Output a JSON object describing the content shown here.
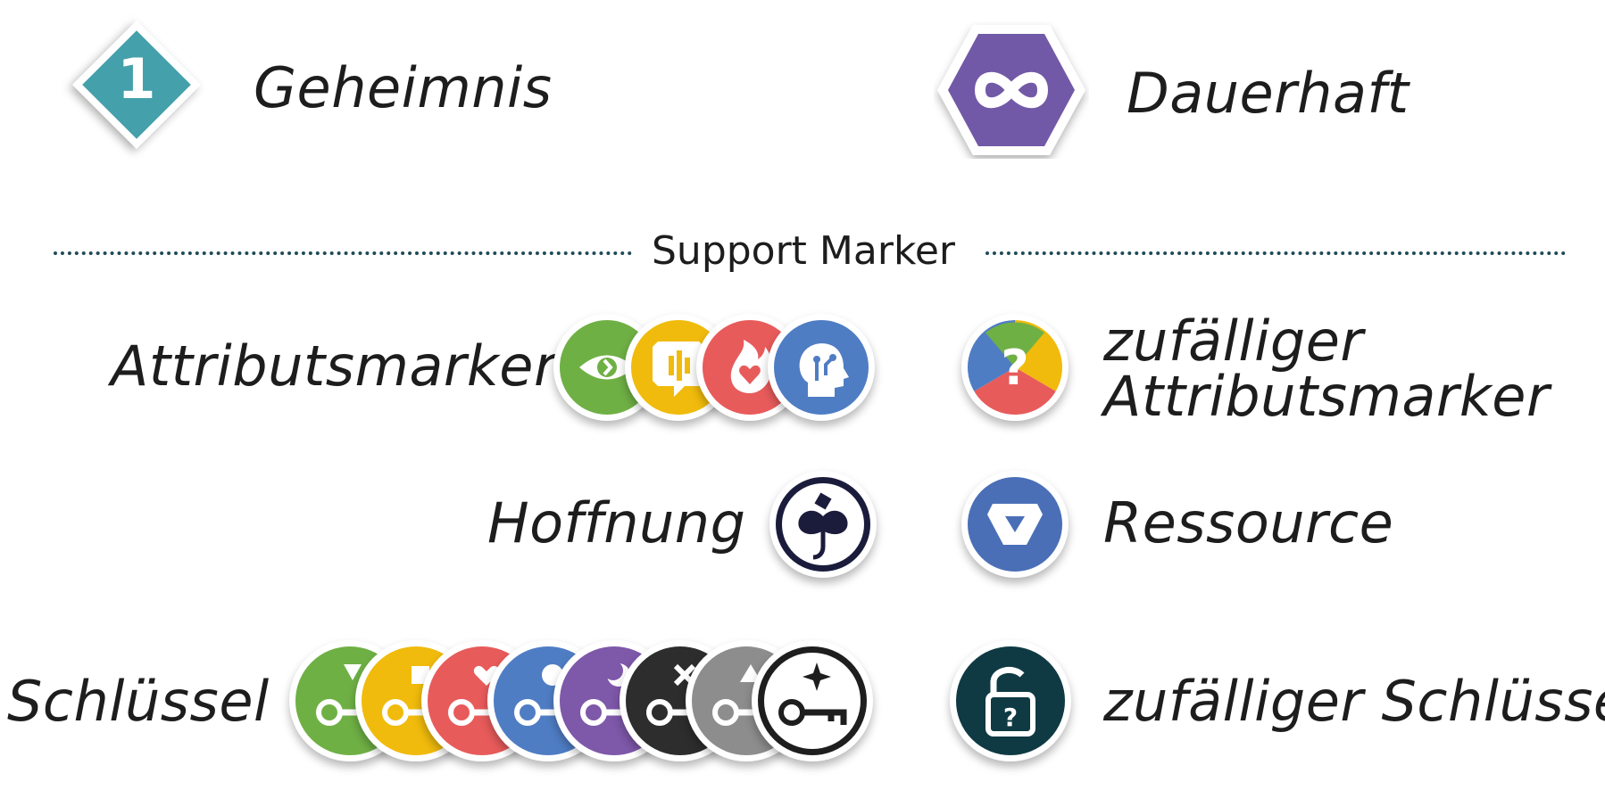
{
  "top": {
    "secret": {
      "number": "1",
      "label": "Geheimnis",
      "color": "#44a0aa"
    },
    "permanent": {
      "label": "Dauerhaft",
      "color": "#7259a7"
    }
  },
  "divider": {
    "label": "Support Marker",
    "color": "#1f4b58"
  },
  "rows": {
    "attribute": {
      "label": "Attributsmarker",
      "icons": [
        "eye-icon",
        "speech-bubble-icon",
        "flame-heart-icon",
        "head-circuit-icon"
      ],
      "colors": [
        "#6fb045",
        "#f0bb0c",
        "#e85b5b",
        "#4f7dc4"
      ]
    },
    "random_attribute": {
      "label_line1": "zufälliger",
      "label_line2": "Attributsmarker"
    },
    "hope": {
      "label": "Hoffnung",
      "color": "#1b1c3c"
    },
    "resource": {
      "label": "Ressource",
      "color": "#4a6fb7"
    },
    "keys": {
      "label": "Schlüssel",
      "icons": [
        "triangle-key-icon",
        "square-key-icon",
        "heart-key-icon",
        "circle-key-icon",
        "moon-key-icon",
        "cross-key-icon",
        "triangle-key-icon",
        "star-key-icon"
      ],
      "colors": [
        "#6fb045",
        "#f0bb0c",
        "#e85b5b",
        "#4f7dc4",
        "#7e58a9",
        "#2d2d2d",
        "#8d8d8d",
        "#ffffff"
      ]
    },
    "random_key": {
      "label": "zufälliger Schlüssel",
      "color": "#0f3a43"
    }
  }
}
